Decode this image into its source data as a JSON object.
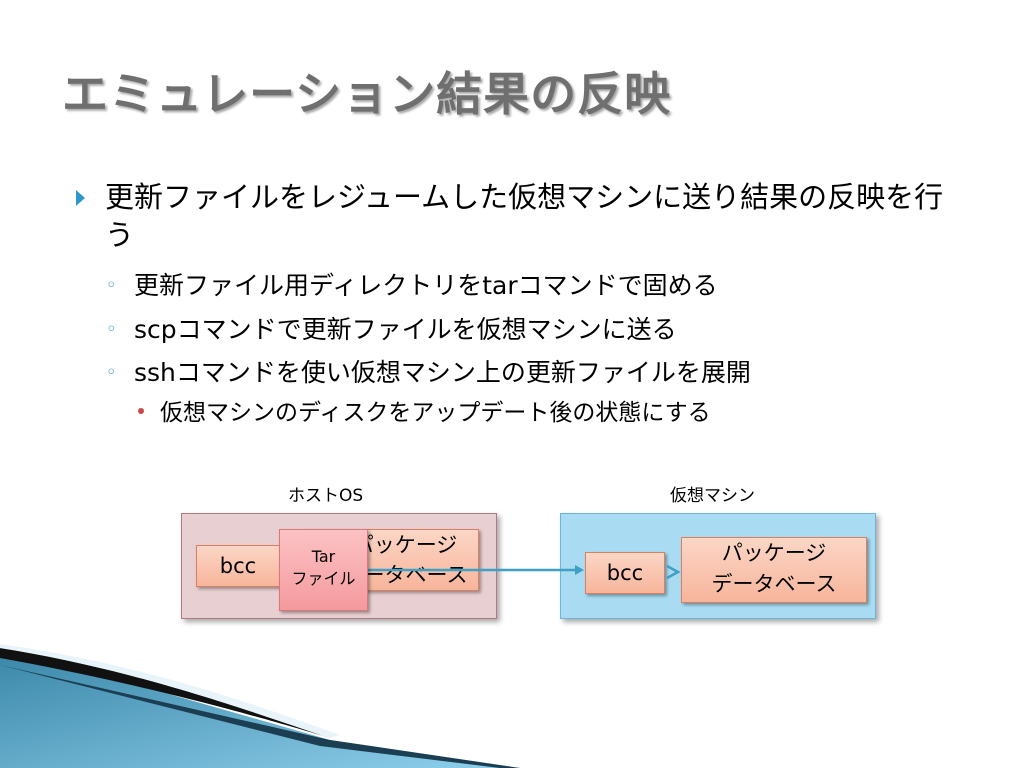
{
  "slide": {
    "title": "エミュレーション結果の反映",
    "bullets": {
      "level1": "更新ファイルをレジュームした仮想マシンに送り結果の反映を行う",
      "level2": [
        "更新ファイル用ディレクトリをtarコマンドで固める",
        "scpコマンドで更新ファイルを仮想マシンに送る",
        "sshコマンドを使い仮想マシン上の更新ファイルを展開"
      ],
      "level3": "仮想マシンのディスクをアップデート後の状態にする"
    }
  },
  "diagram": {
    "host_label": "ホストOS",
    "vm_label": "仮想マシン",
    "host_bcc": "bcc",
    "host_pkg_line1": "パッケージ",
    "host_pkg_line2": "データベース",
    "tar_line1": "Tar",
    "tar_line2": "ファイル",
    "vm_bcc": "bcc",
    "vm_pkg_line1": "パッケージ",
    "vm_pkg_line2": "データベース"
  },
  "colors": {
    "accent": "#2e97c9",
    "title": "#6f6f6f",
    "host_panel": "#e8cfd2",
    "vm_panel": "#a9dcf2",
    "box": "#f7b59b",
    "tar": "#f49a9e"
  }
}
